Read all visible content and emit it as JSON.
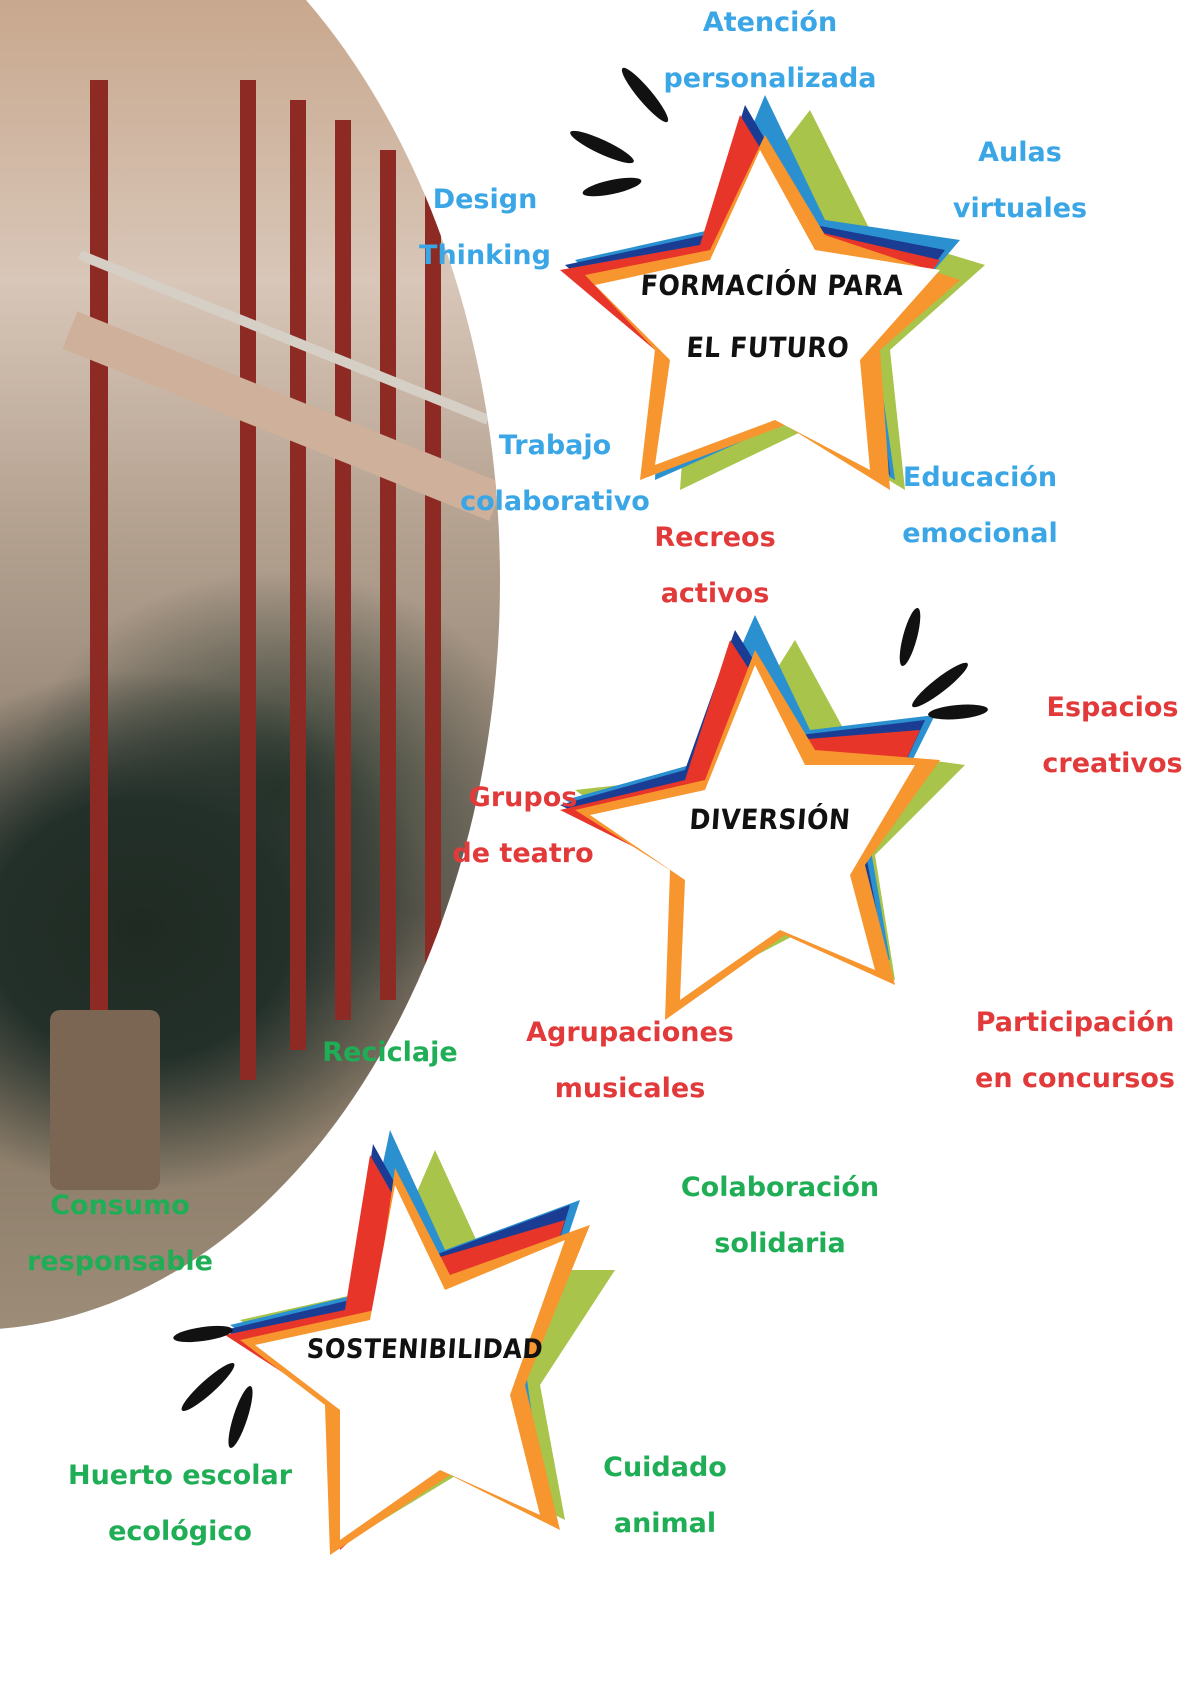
{
  "colors": {
    "label_blue": "#3aa6e6",
    "label_red": "#e23a3a",
    "label_green": "#1fae55",
    "star_blue": "#2b90cf",
    "star_navy": "#1a3c93",
    "star_red": "#e8352a",
    "star_orange": "#f7952f",
    "star_green": "#a8c44a"
  },
  "photo": {
    "description": "school courtyard with red pillars and yucca plant"
  },
  "stars": [
    {
      "title_lines": [
        "FORMACIÓN PARA",
        "EL FUTURO"
      ],
      "label_color": "blue",
      "labels": [
        {
          "lines": [
            "Atención",
            "personalizada"
          ]
        },
        {
          "lines": [
            "Aulas",
            "virtuales"
          ]
        },
        {
          "lines": [
            "Design",
            "Thinking"
          ]
        },
        {
          "lines": [
            "Trabajo",
            "colaborativo"
          ]
        },
        {
          "lines": [
            "Educación",
            "emocional"
          ]
        }
      ]
    },
    {
      "title_lines": [
        "DIVERSIÓN"
      ],
      "label_color": "red",
      "labels": [
        {
          "lines": [
            "Recreos",
            "activos"
          ]
        },
        {
          "lines": [
            "Espacios",
            "creativos"
          ]
        },
        {
          "lines": [
            "Grupos",
            "de teatro"
          ]
        },
        {
          "lines": [
            "Agrupaciones",
            "musicales"
          ]
        },
        {
          "lines": [
            "Participación",
            "en concursos"
          ]
        }
      ]
    },
    {
      "title_lines": [
        "SOSTENIBILIDAD"
      ],
      "label_color": "green",
      "labels": [
        {
          "lines": [
            "Reciclaje"
          ]
        },
        {
          "lines": [
            "Colaboración",
            "solidaria"
          ]
        },
        {
          "lines": [
            "Consumo",
            "responsable"
          ]
        },
        {
          "lines": [
            "Huerto escolar",
            "ecológico"
          ]
        },
        {
          "lines": [
            "Cuidado",
            "animal"
          ]
        }
      ]
    }
  ]
}
